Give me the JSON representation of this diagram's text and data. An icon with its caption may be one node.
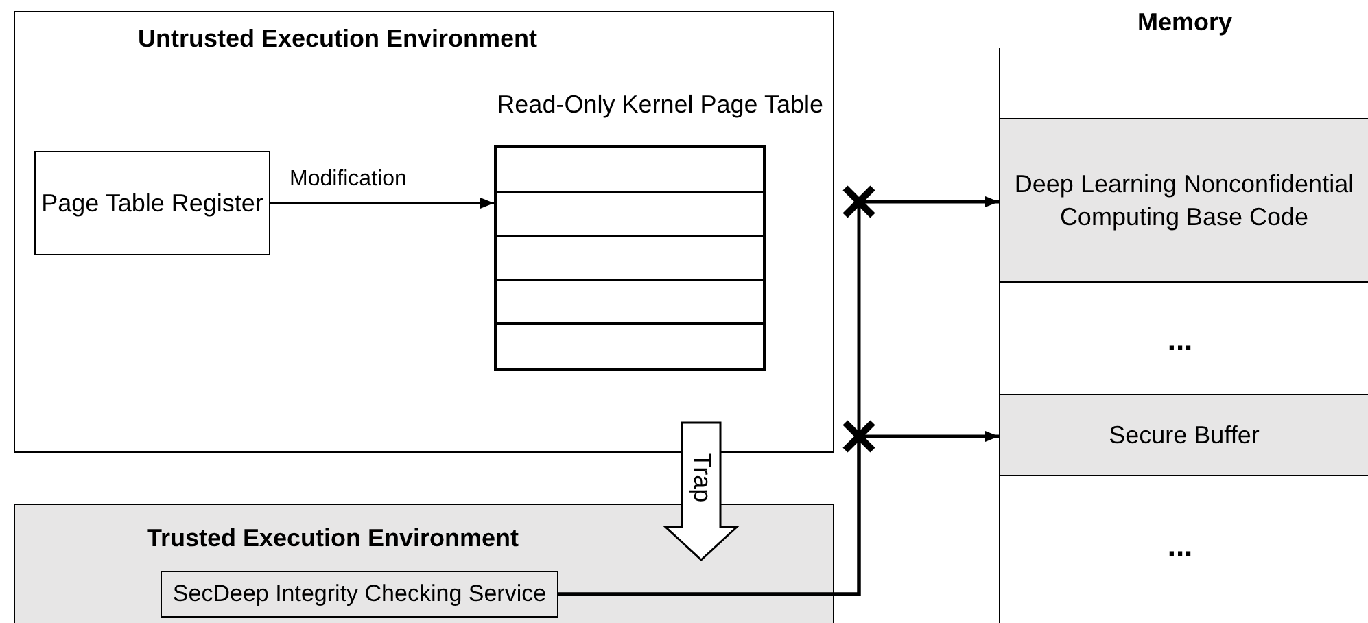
{
  "diagram": {
    "nodes": [
      {
        "text": [
          "Untrusted Execution Environment"
        ]
      },
      {
        "text": [
          "Page Table Register"
        ],
        "in": 0
      },
      {
        "text": [
          "Read-Only Kernel Page Table"
        ],
        "in": 0
      },
      {
        "text": [
          "Memory"
        ]
      },
      {
        "text": [
          "Deep Learning Nonconfidential Computing Base Code"
        ],
        "in": 3
      },
      {
        "text": [
          "..."
        ],
        "in": 3
      },
      {
        "text": [
          "Secure Buffer"
        ],
        "in": 3
      },
      {
        "text": [
          "..."
        ],
        "in": 3
      },
      {
        "text": [
          "Trusted Execution Environment"
        ]
      },
      {
        "text": [
          "SecDeep Integrity Checking Service"
        ],
        "in": 8
      }
    ],
    "edges": [
      {
        "from": 1,
        "to": 2,
        "arrow": "to",
        "label": "Modification"
      },
      {
        "from": 0,
        "to": 8,
        "arrow": "to",
        "label": "Trap",
        "style": "thick"
      },
      {
        "from": 9,
        "to": 4,
        "arrow": "to"
      },
      {
        "from": 9,
        "to": 6,
        "arrow": "to"
      }
    ]
  }
}
